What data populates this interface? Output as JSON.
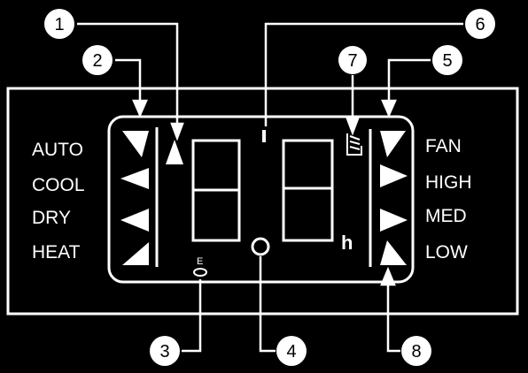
{
  "mode_labels": [
    "AUTO",
    "COOL",
    "DRY",
    "HEAT"
  ],
  "fan_labels": [
    "FAN",
    "HIGH",
    "MED",
    "LOW"
  ],
  "callouts": [
    "1",
    "2",
    "3",
    "4",
    "5",
    "6",
    "7",
    "8"
  ],
  "hour_unit": "h",
  "timer_glyph": "E",
  "colors": {
    "background": "#000000",
    "foreground": "#ffffff"
  }
}
